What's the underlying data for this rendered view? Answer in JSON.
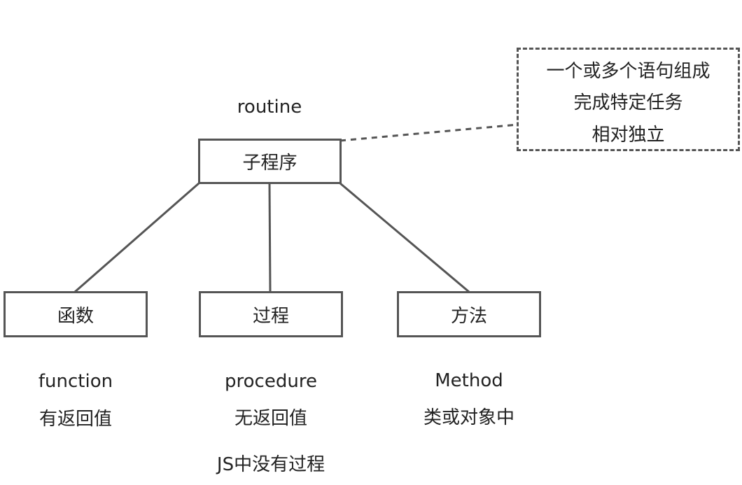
{
  "root": {
    "label": "子程序",
    "english": "routine"
  },
  "note": {
    "lines": [
      "一个或多个语句组成",
      "完成特定任务",
      "相对独立"
    ]
  },
  "children": [
    {
      "label": "函数",
      "english": "function",
      "desc": "有返回值"
    },
    {
      "label": "过程",
      "english": "procedure",
      "desc": "无返回值",
      "extra": "JS中没有过程"
    },
    {
      "label": "方法",
      "english": "Method",
      "desc": "类或对象中"
    }
  ],
  "colors": {
    "stroke": "#555555",
    "text": "#222222",
    "background": "#ffffff"
  }
}
